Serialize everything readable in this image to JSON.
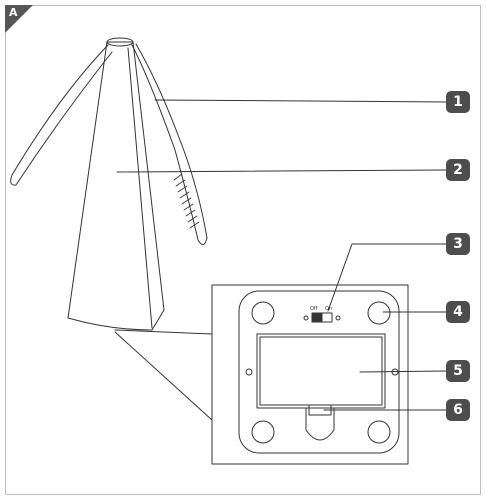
{
  "figure_label": "A",
  "callouts": [
    {
      "number": "1"
    },
    {
      "number": "2"
    },
    {
      "number": "3"
    },
    {
      "number": "4"
    },
    {
      "number": "5"
    },
    {
      "number": "6"
    }
  ],
  "switch": {
    "off_label": "Off",
    "on_label": "On"
  },
  "colors": {
    "line": "#333333",
    "badge": "#4d4d4d",
    "corner": "#555555",
    "frame": "#bdbdbd"
  }
}
